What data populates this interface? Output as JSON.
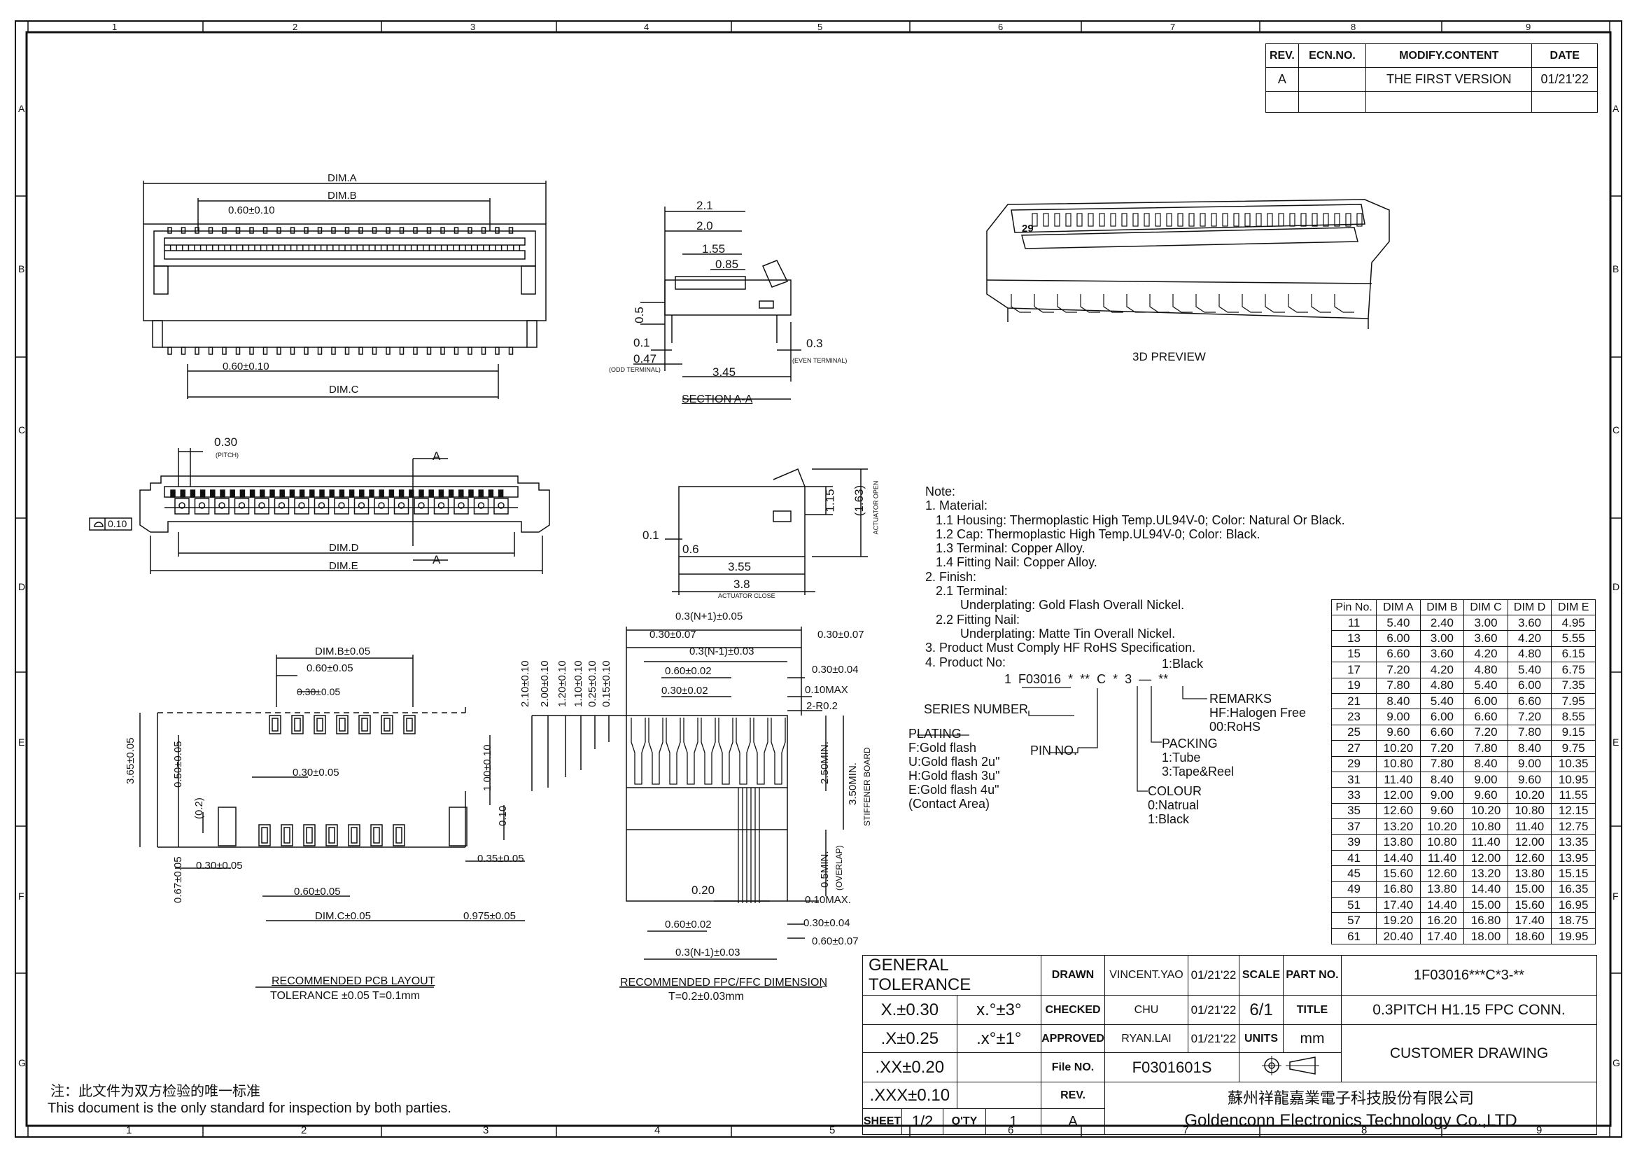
{
  "border": {
    "cols_top": [
      "1",
      "2",
      "3",
      "4",
      "5",
      "6",
      "7",
      "8",
      "9"
    ],
    "cols_bottom": [
      "1",
      "2",
      "3",
      "4",
      "5",
      "6",
      "7",
      "8",
      "9"
    ],
    "rows": [
      "A",
      "B",
      "C",
      "D",
      "E",
      "F",
      "G"
    ]
  },
  "revision_table": {
    "headers": [
      "REV.",
      "ECN.NO.",
      "MODIFY.CONTENT",
      "DATE"
    ],
    "rows": [
      [
        "A",
        "",
        "THE FIRST VERSION",
        "01/21'22"
      ],
      [
        "",
        "",
        "",
        ""
      ]
    ]
  },
  "top_view": {
    "dim_a": "DIM.A",
    "dim_b": "DIM.B",
    "pitch_top": "0.60±0.10",
    "pitch_bottom": "0.60±0.10",
    "dim_c": "DIM.C"
  },
  "section_view": {
    "d1": "2.1",
    "d2": "2.0",
    "d3": "1.55",
    "d4": "0.85",
    "d5": "0.5",
    "d6": "0.1",
    "d7": "0.47",
    "odd": "(ODD TERMINAL)",
    "d8": "3.45",
    "d9": "0.3",
    "even": "(EVEN TERMINAL)",
    "title": "SECTION A-A"
  },
  "preview": {
    "label": "3D PREVIEW",
    "pin_mark": "29"
  },
  "front_view": {
    "pitch": "0.30",
    "pitch_note": "(PITCH)",
    "section_mark": "A",
    "flatness": "0.10",
    "dim_d": "DIM.D",
    "dim_e": "DIM.E"
  },
  "side_view": {
    "d1": "1.15",
    "d2": "(1.63)",
    "open": "ACTUATOR OPEN",
    "d3": "0.1",
    "d4": "0.6",
    "d5": "3.55",
    "d6": "3.8",
    "close": "ACTUATOR CLOSE"
  },
  "notes": {
    "lines": [
      "Note:",
      "1. Material:",
      "   1.1 Housing: Thermoplastic High Temp.UL94V-0; Color: Natural Or Black.",
      "   1.2 Cap: Thermoplastic High Temp.UL94V-0; Color: Black.",
      "   1.3 Terminal: Copper Alloy.",
      "   1.4 Fitting Nail: Copper Alloy.",
      "2. Finish:",
      "   2.1 Terminal:",
      "          Underplating: Gold Flash Overall Nickel.",
      "   2.2 Fitting Nail:",
      "          Underplating: Matte Tin Overall Nickel.",
      "3. Product Must Comply HF RoHS Specification.",
      "4. Product No:"
    ]
  },
  "product_no": {
    "code": "1  F03016  *  **  C  *  3  —  **",
    "black": "1:Black",
    "series": "SERIES NUMBER",
    "plating_title": "PLATING",
    "plating": [
      "F:Gold flash",
      "U:Gold flash 2u\"",
      "H:Gold flash 3u\"",
      "E:Gold flash 4u\"",
      "(Contact Area)"
    ],
    "pin_no": "PIN NO.",
    "remarks": [
      "REMARKS",
      "HF:Halogen Free",
      "00:RoHS"
    ],
    "packing": [
      "PACKING",
      "1:Tube",
      "3:Tape&Reel"
    ],
    "colour": [
      "COLOUR",
      "0:Natrual",
      "1:Black"
    ]
  },
  "pcb_layout": {
    "dim_b": "DIM.B±0.05",
    "d1": "0.60±0.05",
    "d2": "0.30±0.05",
    "d3": "0.30±0.05",
    "d4": "3.65±0.05",
    "d5": "0.50±0.05",
    "d6": "(0.2)",
    "d7": "1.00±0.10",
    "d8": "0.10",
    "d9": "0.30±0.05",
    "d10": "0.35±0.05",
    "d11": "0.67±0.05",
    "d12": "0.60±0.05",
    "dim_c": "DIM.C±0.05",
    "d13": "0.975±0.05",
    "title": "RECOMMENDED PCB LAYOUT",
    "tol": "TOLERANCE ±0.05 T=0.1mm"
  },
  "fpc_dim": {
    "top1": "0.3(N+1)±0.05",
    "top2": "0.30±0.07",
    "top3": "0.30±0.07",
    "top4": "0.3(N-1)±0.03",
    "top5": "0.60±0.02",
    "top6": "0.30±0.04",
    "top7": "0.30±0.02",
    "top8": "0.10MAX",
    "top9": "2-R0.2",
    "v1": "2.10±0.10",
    "v2": "2.00±0.10",
    "v3": "1.20±0.10",
    "v4": "1.10±0.10",
    "v5": "0.25±0.10",
    "v6": "0.15±0.10",
    "v7": "2.50MIN.",
    "v8": "3.50MIN.",
    "stiff": "STIFFENER BOARD",
    "v9": "0.5MIN.",
    "overlap": "(OVERLAP)",
    "b1": "0.20",
    "b2": "0.10MAX.",
    "b3": "0.60±0.02",
    "b4": "0.30±0.04",
    "b5": "0.60±0.07",
    "b6": "0.3(N-1)±0.03",
    "title": "RECOMMENDED FPC/FFC DIMENSION",
    "tol": "T=0.2±0.03mm"
  },
  "dim_table": {
    "headers": [
      "Pin No.",
      "DIM A",
      "DIM B",
      "DIM C",
      "DIM D",
      "DIM E"
    ],
    "rows": [
      [
        "11",
        "5.40",
        "2.40",
        "3.00",
        "3.60",
        "4.95"
      ],
      [
        "13",
        "6.00",
        "3.00",
        "3.60",
        "4.20",
        "5.55"
      ],
      [
        "15",
        "6.60",
        "3.60",
        "4.20",
        "4.80",
        "6.15"
      ],
      [
        "17",
        "7.20",
        "4.20",
        "4.80",
        "5.40",
        "6.75"
      ],
      [
        "19",
        "7.80",
        "4.80",
        "5.40",
        "6.00",
        "7.35"
      ],
      [
        "21",
        "8.40",
        "5.40",
        "6.00",
        "6.60",
        "7.95"
      ],
      [
        "23",
        "9.00",
        "6.00",
        "6.60",
        "7.20",
        "8.55"
      ],
      [
        "25",
        "9.60",
        "6.60",
        "7.20",
        "7.80",
        "9.15"
      ],
      [
        "27",
        "10.20",
        "7.20",
        "7.80",
        "8.40",
        "9.75"
      ],
      [
        "29",
        "10.80",
        "7.80",
        "8.40",
        "9.00",
        "10.35"
      ],
      [
        "31",
        "11.40",
        "8.40",
        "9.00",
        "9.60",
        "10.95"
      ],
      [
        "33",
        "12.00",
        "9.00",
        "9.60",
        "10.20",
        "11.55"
      ],
      [
        "35",
        "12.60",
        "9.60",
        "10.20",
        "10.80",
        "12.15"
      ],
      [
        "37",
        "13.20",
        "10.20",
        "10.80",
        "11.40",
        "12.75"
      ],
      [
        "39",
        "13.80",
        "10.80",
        "11.40",
        "12.00",
        "13.35"
      ],
      [
        "41",
        "14.40",
        "11.40",
        "12.00",
        "12.60",
        "13.95"
      ],
      [
        "45",
        "15.60",
        "12.60",
        "13.20",
        "13.80",
        "15.15"
      ],
      [
        "49",
        "16.80",
        "13.80",
        "14.40",
        "15.00",
        "16.35"
      ],
      [
        "51",
        "17.40",
        "14.40",
        "15.00",
        "15.60",
        "16.95"
      ],
      [
        "57",
        "19.20",
        "16.20",
        "16.80",
        "17.40",
        "18.75"
      ],
      [
        "61",
        "20.40",
        "17.40",
        "18.00",
        "18.60",
        "19.95"
      ]
    ]
  },
  "title_block": {
    "general_tolerance": "GENERAL TOLERANCE",
    "tol1": "X.±0.30",
    "tol2": ".X±0.25",
    "tol3": ".XX±0.20",
    "tol4": ".XXX±0.10",
    "ang1": "x.°±3°",
    "ang2": ".x°±1°",
    "drawn": "DRAWN",
    "drawn_by": "VINCENT.YAO",
    "drawn_date": "01/21'22",
    "checked": "CHECKED",
    "checked_by": "CHU",
    "checked_date": "01/21'22",
    "approved": "APPROVED",
    "approved_by": "RYAN.LAI",
    "approved_date": "01/21'22",
    "file_no_label": "File NO.",
    "file_no": "F0301601S",
    "rev_label": "REV.",
    "rev": "A",
    "scale_label": "SCALE",
    "scale": "6/1",
    "units_label": "UNITS",
    "units": "mm",
    "part_no_label": "PART NO.",
    "part_no": "1F03016***C*3-**",
    "title_label": "TITLE",
    "title": "0.3PITCH H1.15 FPC CONN.",
    "customer": "CUSTOMER DRAWING",
    "sheet_label": "SHEET",
    "sheet": "1/2",
    "qty_label": "Q'TY",
    "qty": "1",
    "company_cn": "蘇州祥龍嘉業電子科技股份有限公司",
    "company_en": "Goldenconn Electronics Technology Co.,LTD"
  },
  "footer": {
    "cn": "注：此文件为双方检验的唯一标准",
    "en": "This document is the only standard for inspection by both parties."
  }
}
